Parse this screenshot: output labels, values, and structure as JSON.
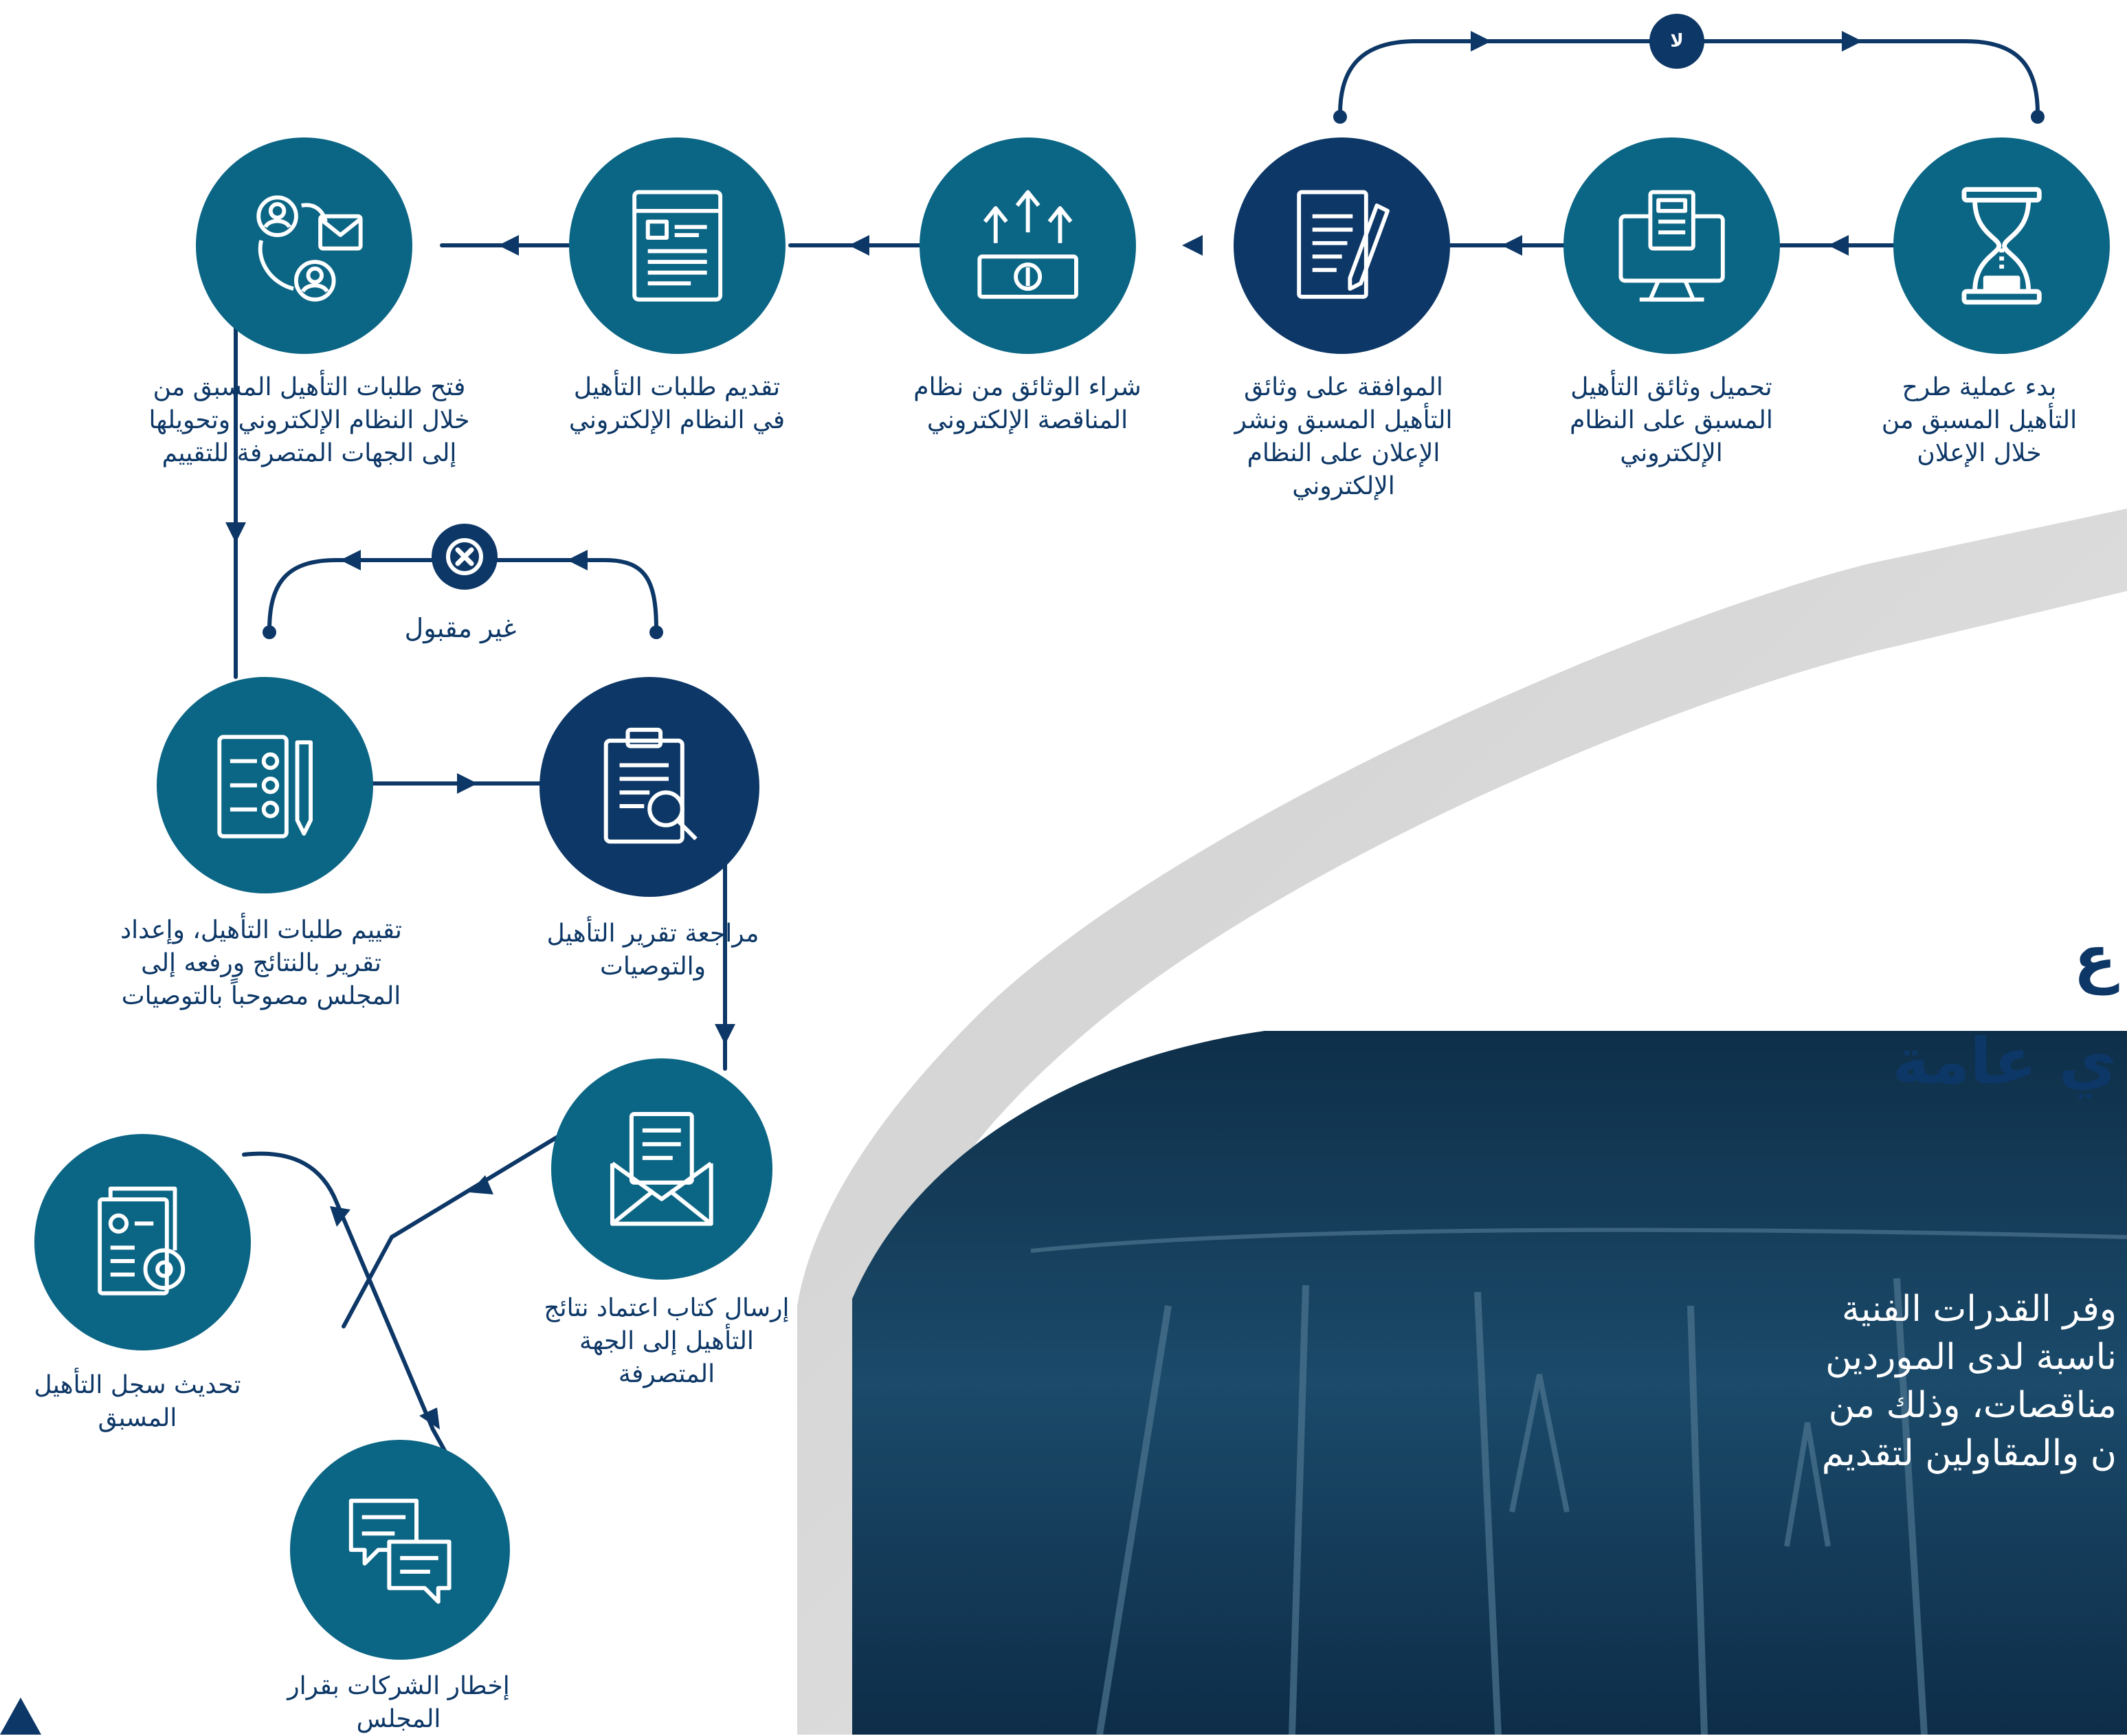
{
  "colors": {
    "teal": "#0b6584",
    "navy": "#0d3766",
    "connector": "#0d3766",
    "panel_grey": "#d9d9d9",
    "panel_dark": "#123752",
    "text": "#0d3766"
  },
  "steps": [
    {
      "id": "s1",
      "icon": "hourglass-icon",
      "label": "بدء عملية طرح\nالتأهيل المسبق من\nخلال الإعلان"
    },
    {
      "id": "s2",
      "icon": "computer-documents-icon",
      "label": "تحميل وثائق التأهيل\nالمسبق على النظام\nالإلكتروني"
    },
    {
      "id": "s3",
      "icon": "document-pen-icon",
      "label": "الموافقة على وثائق\nالتأهيل المسبق ونشر\nالإعلان على النظام\nالإلكتروني"
    },
    {
      "id": "s4",
      "icon": "money-upload-icon",
      "label": "شراء الوثائق من نظام\nالمناقصة الإلكتروني"
    },
    {
      "id": "s5",
      "icon": "form-document-icon",
      "label": "تقديم طلبات التأهيل\nفي النظام الإلكتروني"
    },
    {
      "id": "s6",
      "icon": "people-mail-exchange-icon",
      "label": "فتح طلبات التأهيل المسبق من\nخلال النظام الإلكتروني وتحويلها\nإلى الجهات المتصرفة للتقييم"
    },
    {
      "id": "s7",
      "icon": "checklist-pencil-icon",
      "label": "تقييم طلبات التأهيل، وإعداد\nتقرير بالنتائج ورفعه إلى\nالمجلس مصوحباً بالتوصيات"
    },
    {
      "id": "s8",
      "icon": "clipboard-magnifier-icon",
      "label": "مراجعة تقرير التأهيل\nوالتوصيات"
    },
    {
      "id": "s9",
      "icon": "envelope-letter-icon",
      "label": "إرسال كتاب اعتماد نتائج\nالتأهيل إلى الجهة\nالمتصرفة"
    },
    {
      "id": "s10",
      "icon": "documents-gear-icon",
      "label": "تحديث سجل التأهيل\nالمسبق"
    },
    {
      "id": "s11",
      "icon": "chat-bubbles-icon",
      "label": "إخطار الشركات بقرار\nالمجلس"
    }
  ],
  "loop_badge": "لا",
  "reject_label": "غير مقبول",
  "promo": {
    "title": "ع\nي عامة",
    "body": "وفر القدرات الفنية\nناسبة لدى الموردين\nمناقصات، وذلك من\nن والمقاولين لتقديم"
  }
}
